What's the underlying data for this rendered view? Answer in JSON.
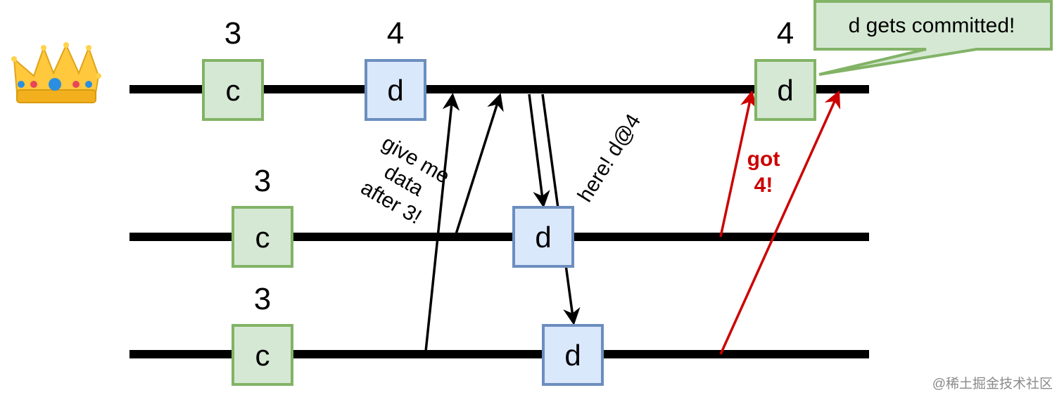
{
  "diagram": {
    "colors": {
      "line": "#000000",
      "committed_fill": "#d5e8d4",
      "committed_stroke": "#82b366",
      "pending_fill": "#dae8fc",
      "pending_stroke": "#6c8ebf",
      "ack_arrow": "#cc0000",
      "callout_fill": "#d5e8d4",
      "callout_stroke": "#82b366"
    },
    "leader_icon": "crown-icon",
    "leader": {
      "entries": [
        {
          "term": "3",
          "value": "c"
        },
        {
          "term": "4",
          "value": "d"
        }
      ],
      "committed_entry": {
        "term": "4",
        "value": "d"
      },
      "callout": "d gets committed!"
    },
    "followers": [
      {
        "entries": [
          {
            "term": "3",
            "value": "c"
          }
        ],
        "received": {
          "value": "d"
        }
      },
      {
        "entries": [
          {
            "term": "3",
            "value": "c"
          }
        ],
        "received": {
          "value": "d"
        }
      }
    ],
    "messages": {
      "request_lines": [
        "give me",
        "data",
        "after 3!"
      ],
      "response": "here! d@4",
      "ack_lines": [
        "got",
        "4!"
      ]
    }
  },
  "watermark": "@稀土掘金技术社区"
}
